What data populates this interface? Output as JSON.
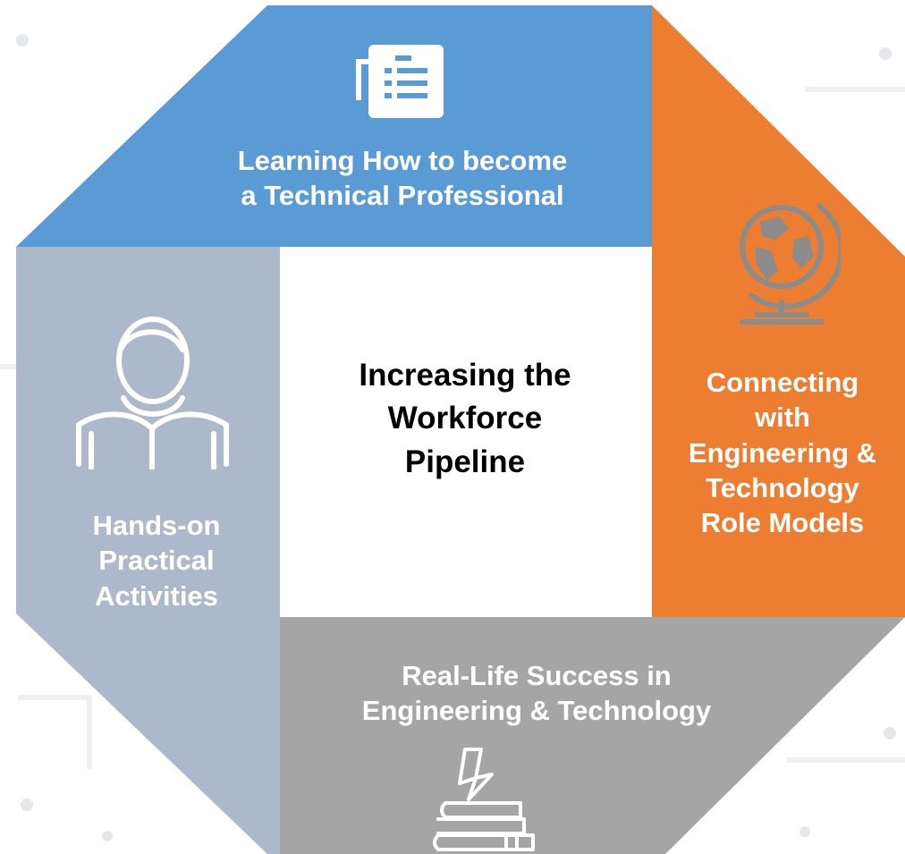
{
  "diagram": {
    "center": {
      "text": "Increasing the\nWorkforce\nPipeline"
    },
    "segments": {
      "top": {
        "text": "Learning How to become\na Technical Professional",
        "color": "#5B9BD5",
        "icon": "document-list-icon"
      },
      "right": {
        "text": "Connecting\nwith\nEngineering &\nTechnology\nRole Models",
        "color": "#ED7D31",
        "icon": "globe-icon"
      },
      "bottom": {
        "text": "Real-Life Success in\nEngineering & Technology",
        "color": "#A5A5A5",
        "icon": "books-lightning-icon"
      },
      "left": {
        "text": "Hands-on\nPractical\nActivities",
        "color": "#ACB9CA",
        "icon": "person-reading-icon"
      }
    }
  }
}
